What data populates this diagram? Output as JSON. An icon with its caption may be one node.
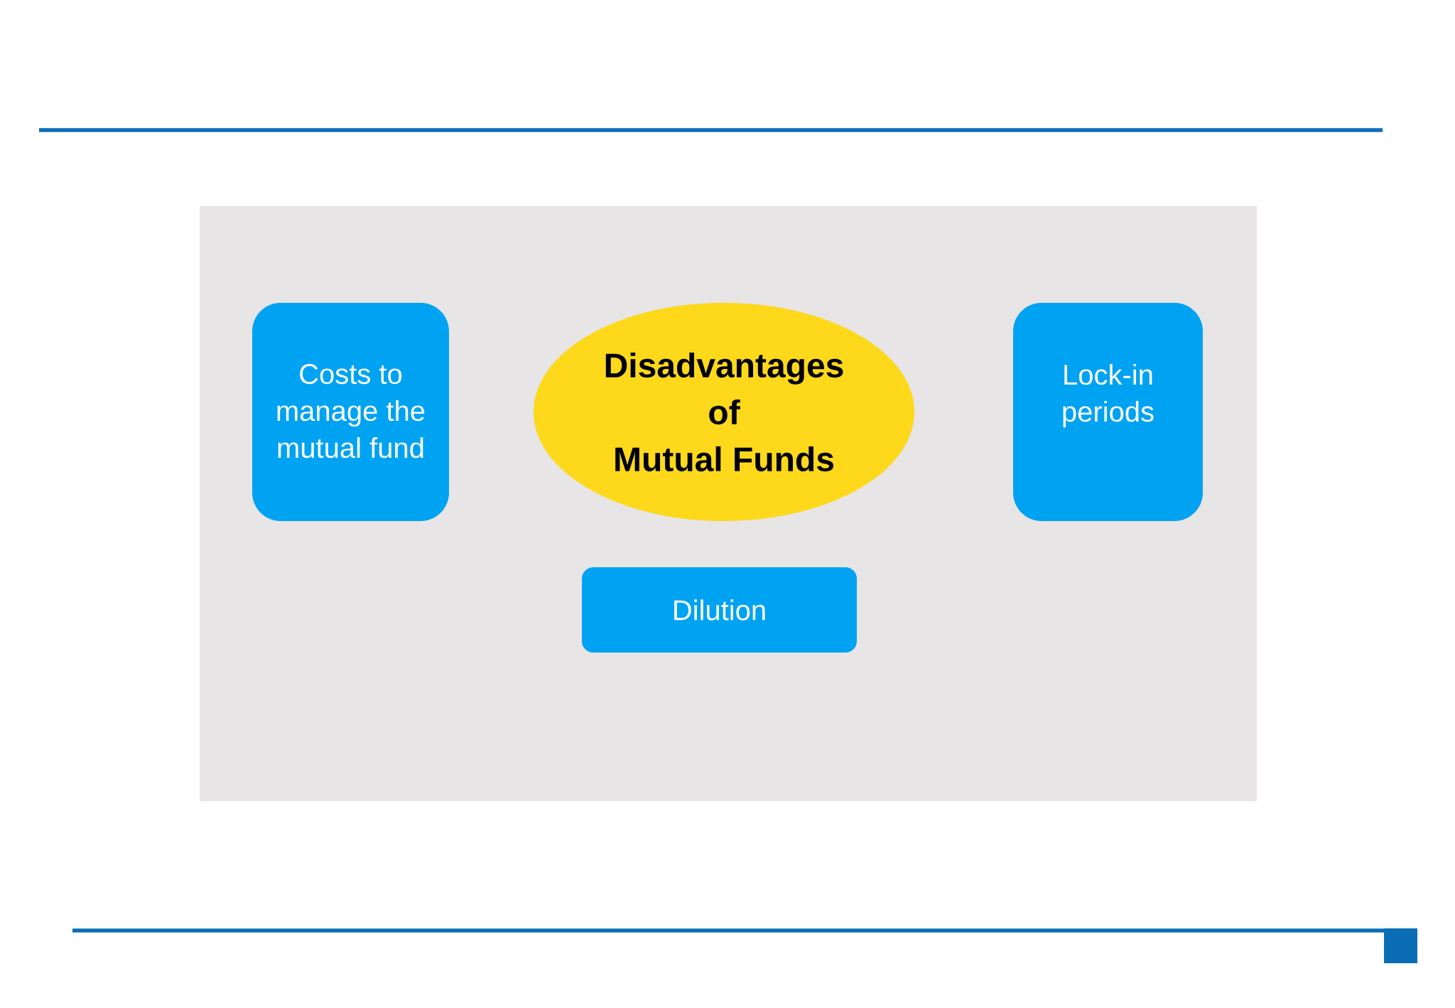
{
  "diagram": {
    "nodes": [
      {
        "text": [
          "Costs to manage the mutual fund"
        ]
      },
      {
        "text": [
          "Disadvantages of Mutual Funds"
        ]
      },
      {
        "text": [
          "Lock-in periods"
        ]
      },
      {
        "text": [
          "Dilution"
        ]
      }
    ]
  }
}
